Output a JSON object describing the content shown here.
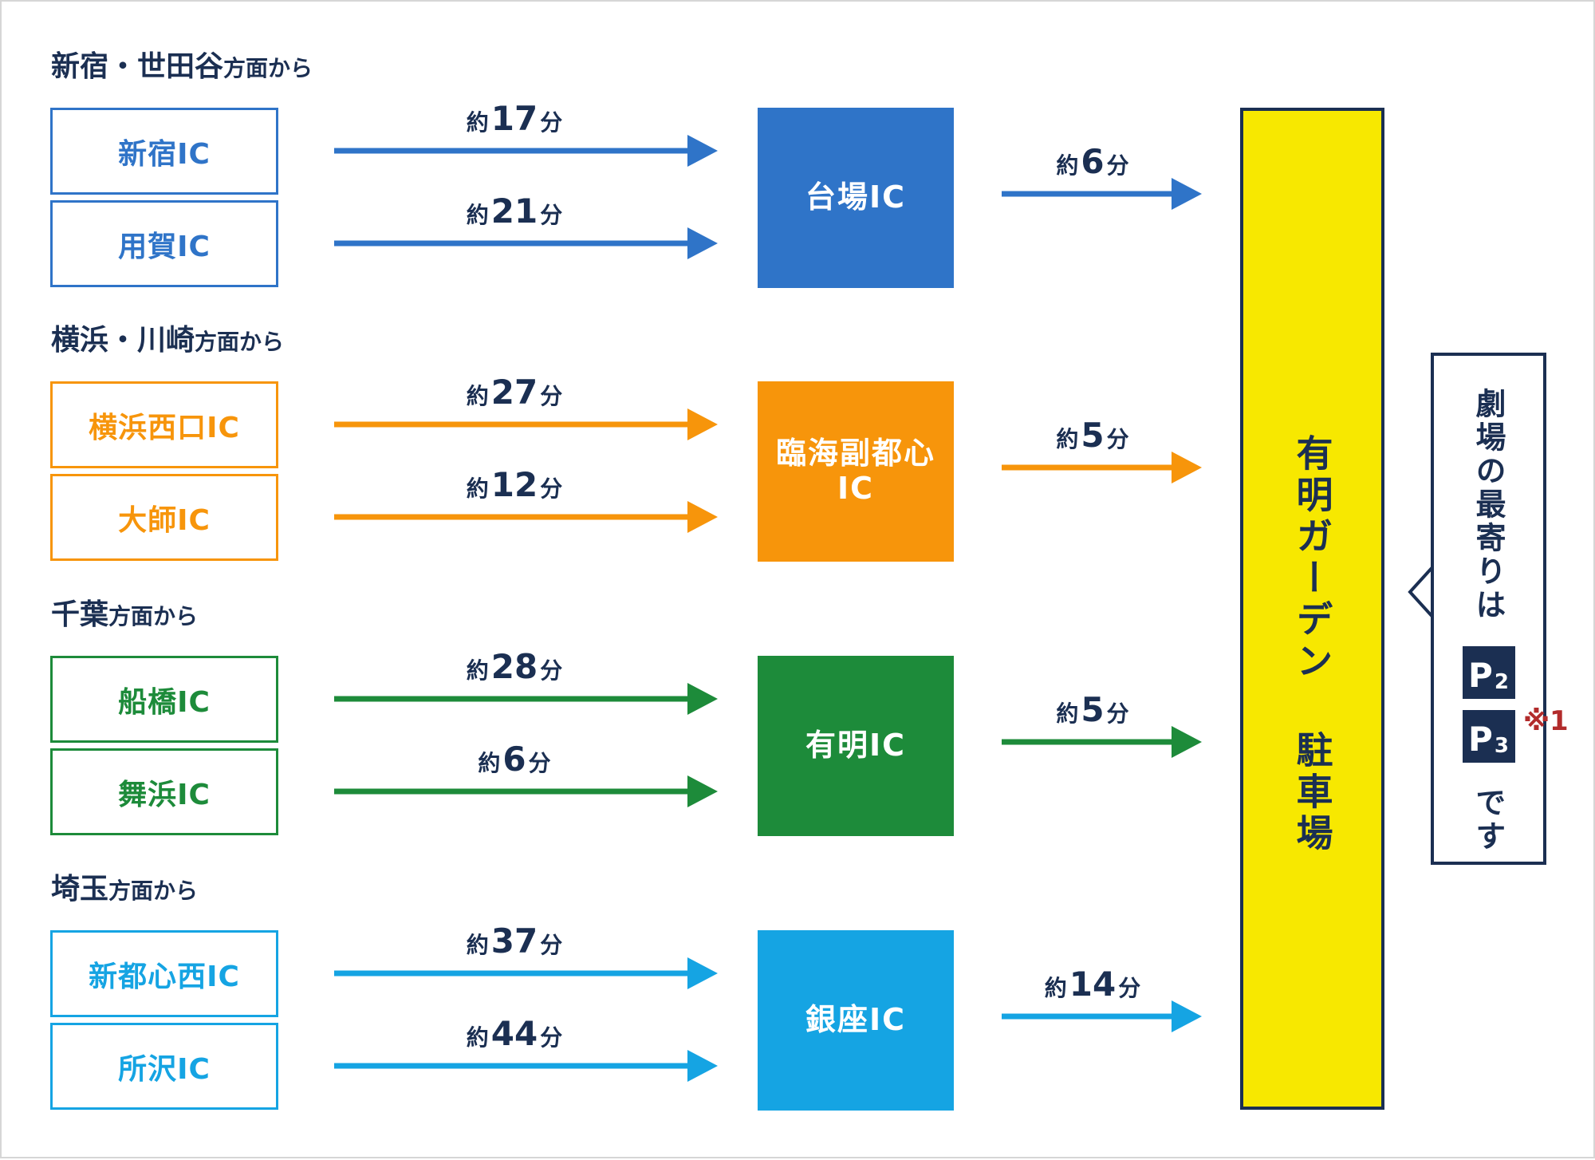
{
  "regions": [
    {
      "title": "新宿・世田谷",
      "suffix": "方面から",
      "color": "#2f74c8",
      "interchange": "台場IC",
      "to_parking": "6",
      "origins": [
        {
          "name": "新宿IC",
          "minutes": "17"
        },
        {
          "name": "用賀IC",
          "minutes": "21"
        }
      ]
    },
    {
      "title": "横浜・川崎",
      "suffix": "方面から",
      "color": "#f7950b",
      "interchange": "臨海副都心\nIC",
      "to_parking": "5",
      "origins": [
        {
          "name": "横浜西口IC",
          "minutes": "27"
        },
        {
          "name": "大師IC",
          "minutes": "12"
        }
      ]
    },
    {
      "title": "千葉",
      "suffix": "方面から",
      "color": "#1d8b3a",
      "interchange": "有明IC",
      "to_parking": "5",
      "origins": [
        {
          "name": "船橋IC",
          "minutes": "28"
        },
        {
          "name": "舞浜IC",
          "minutes": "6"
        }
      ]
    },
    {
      "title": "埼玉",
      "suffix": "方面から",
      "color": "#15a4e3",
      "interchange": "銀座IC",
      "to_parking": "14",
      "origins": [
        {
          "name": "新都心西IC",
          "minutes": "37"
        },
        {
          "name": "所沢IC",
          "minutes": "44"
        }
      ]
    }
  ],
  "time_prefix": "約",
  "time_suffix": "分",
  "parking_name": "有明ガーデン 駐車場",
  "callout": {
    "text_top": "劇場の最寄りは",
    "badges": [
      {
        "letter": "P",
        "number": "2"
      },
      {
        "letter": "P",
        "number": "3"
      }
    ],
    "note": "※1",
    "text_bottom": "です"
  },
  "colors": {
    "navy": "#1b2f52",
    "parking_fill": "#f7e800",
    "note_red": "#b22b2b"
  }
}
